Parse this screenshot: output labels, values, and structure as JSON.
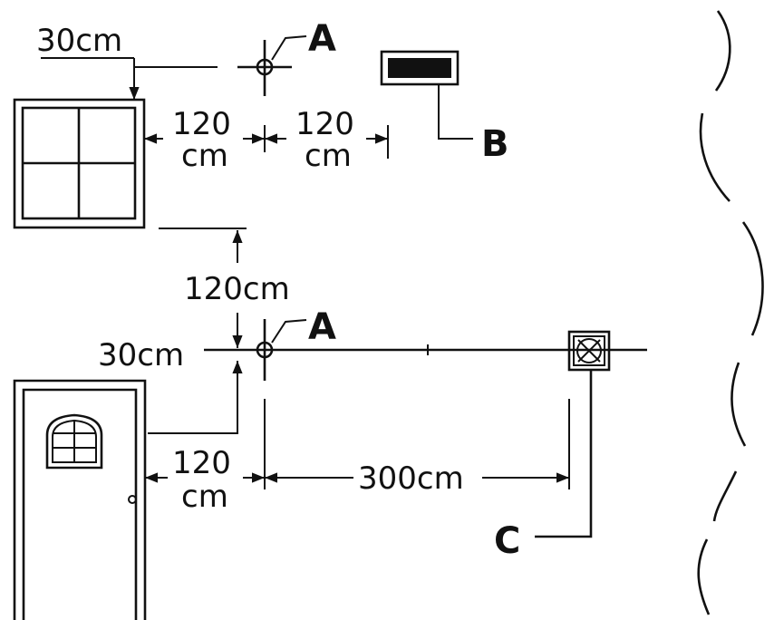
{
  "labels": {
    "fixture_a_top": "A",
    "fixture_a_bottom": "A",
    "fixture_b": "B",
    "fixture_c": "C"
  },
  "dimensions": {
    "top_30": "30cm",
    "window_to_a_num": "120",
    "window_to_a_unit": "cm",
    "a_to_b_num": "120",
    "a_to_b_unit": "cm",
    "vertical_120": "120cm",
    "door_30": "30cm",
    "door_to_a_num": "120",
    "door_to_a_unit": "cm",
    "a_to_c": "300cm"
  }
}
